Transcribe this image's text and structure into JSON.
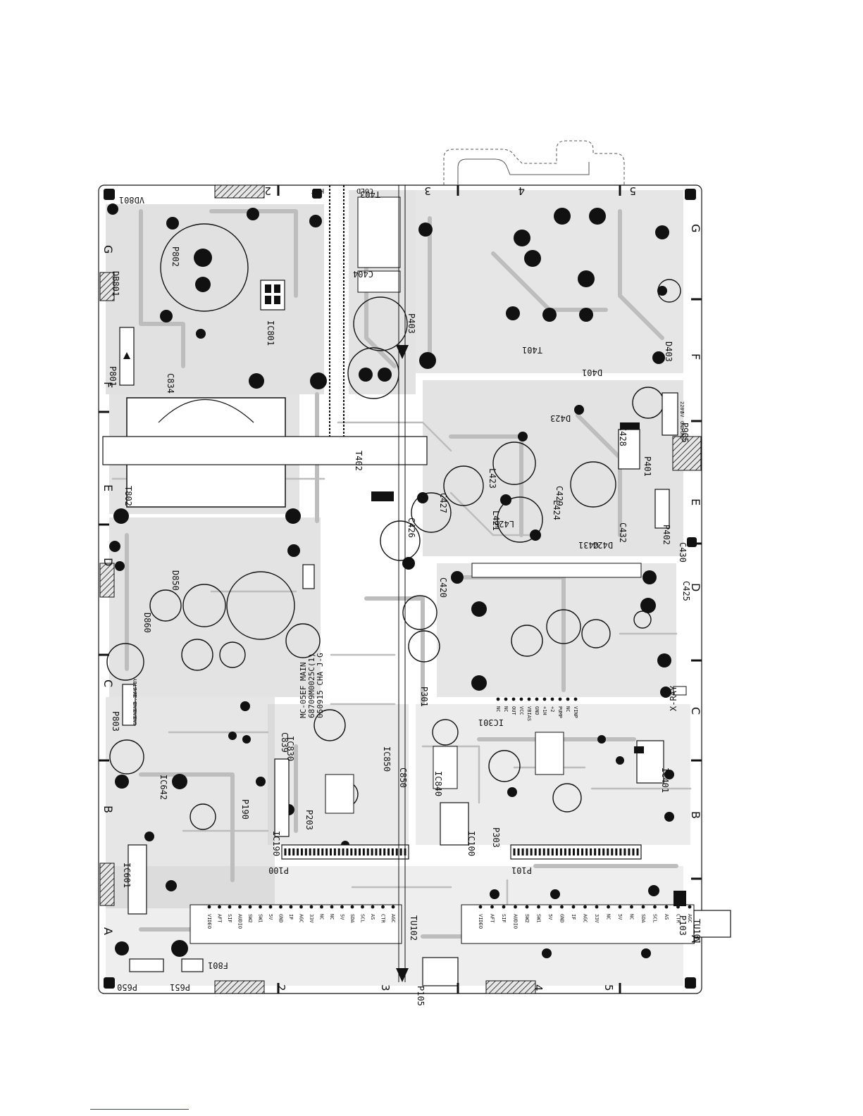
{
  "board": {
    "label_lines": [
      "MC-05EF MAIN",
      "68709M0025C(1)",
      "050915 CHA J-G"
    ],
    "xray_label": "X-RAY",
    "cold_label": "COLD",
    "hot_label": "HOT",
    "grid_numbers_top": [
      "2",
      "3",
      "4",
      "5"
    ],
    "grid_numbers_bottom": [
      "2",
      "3",
      "4",
      "5"
    ],
    "grid_letters_left": [
      "G",
      "F",
      "E",
      "D",
      "C",
      "B",
      "A"
    ],
    "grid_letters_right": [
      "G",
      "F",
      "E",
      "D",
      "C",
      "B",
      "A"
    ]
  },
  "components": {
    "transformers": [
      "T401",
      "T402",
      "T403",
      "T802"
    ],
    "ics": [
      "IC801",
      "IC830",
      "IC850",
      "IC840",
      "IC100",
      "IC401",
      "IC642",
      "IC601",
      "IC190",
      "IC301"
    ],
    "connectors": [
      "P801",
      "P802",
      "P803",
      "P401",
      "P402",
      "P403",
      "P103",
      "P105",
      "P650",
      "P651",
      "P905",
      "P190",
      "P101",
      "P100",
      "P301",
      "P303",
      "P203"
    ],
    "capacitors": [
      "C404",
      "C420",
      "C425",
      "C426",
      "C427",
      "C428",
      "C429",
      "C430",
      "C431",
      "C432",
      "C834",
      "C839",
      "C850"
    ],
    "coils": [
      "L421",
      "L423",
      "L424",
      "L425"
    ],
    "diodes": [
      "D401",
      "D403",
      "D423",
      "D424",
      "D860",
      "D850",
      "DB801",
      "VD801"
    ],
    "tuners": [
      "TU101",
      "TU102"
    ],
    "fuse": [
      "F801"
    ]
  },
  "tuner_pins": {
    "tu101": [
      "VIDEO",
      "AFT",
      "SIF",
      "AUDIO",
      "SW2",
      "SW1",
      "5V",
      "GND",
      "IF",
      "AGC",
      "33V",
      "NC",
      "5V",
      "NC",
      "SDA",
      "SCL",
      "AS",
      "CTR",
      "AGC"
    ],
    "tu102": [
      "VIDEO",
      "AFT",
      "SIF",
      "AUDIO",
      "SW2",
      "SW1",
      "5V",
      "GND",
      "IF",
      "AGC",
      "33V",
      "NC",
      "NC",
      "5V",
      "SDA",
      "SCL",
      "AS",
      "CTR",
      "AGC"
    ]
  },
  "ic301_pins": [
    "NC",
    "NC",
    "OUT",
    "VCC",
    "VBIAS",
    "GND",
    "+1H",
    "+2",
    "PUMP",
    "NC",
    "VINP"
  ],
  "connector_pins": {
    "p803": [
      "GND",
      "GND",
      "GND",
      "5.3V",
      "16V",
      "STBY"
    ],
    "p905": [
      "GND",
      "GND",
      "5V",
      "220V"
    ]
  },
  "footer_link_color": "#1a3cff"
}
